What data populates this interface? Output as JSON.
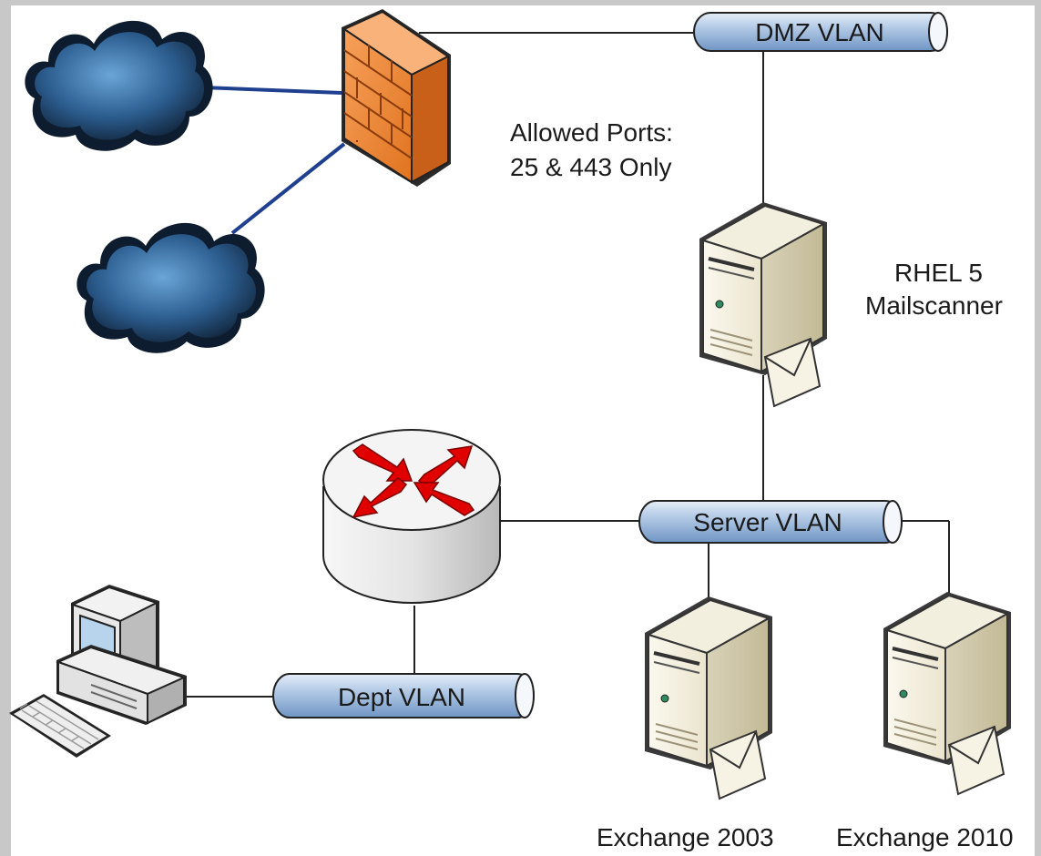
{
  "diagram": {
    "vlans": {
      "dmz": "DMZ VLAN",
      "server": "Server VLAN",
      "dept": "Dept VLAN"
    },
    "firewall_note": {
      "line1": "Allowed Ports:",
      "line2": "25 & 443 Only"
    },
    "mail_scanner": {
      "line1": "RHEL 5",
      "line2": "Mailscanner"
    },
    "exchange_servers": [
      "Exchange 2003",
      "Exchange 2010"
    ],
    "colors": {
      "background": "#ffffff",
      "frame": "#c8c8c8",
      "firewall": "#f08a3c",
      "pipe": "#9bbbe0",
      "router_arrows": "#e00000",
      "cloud": "#3a6ea5",
      "wan_link": "#1f3f8f"
    },
    "icons": [
      "cloud-icon",
      "firewall-icon",
      "server-icon",
      "router-icon",
      "workstation-icon",
      "envelope-icon"
    ]
  }
}
